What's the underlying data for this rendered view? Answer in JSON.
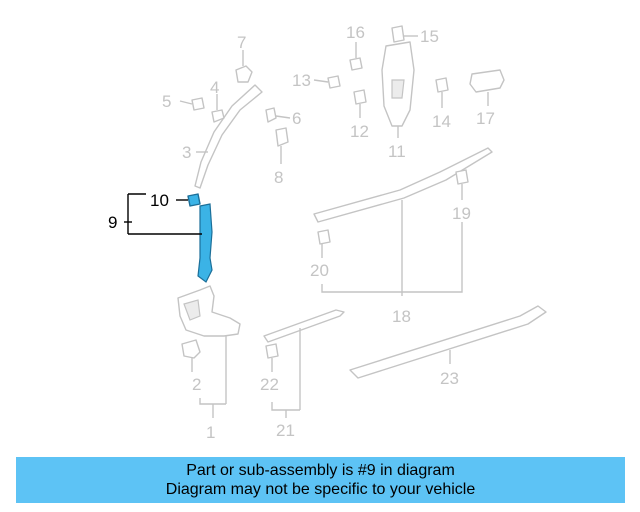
{
  "diagram": {
    "labels": {
      "p1": "1",
      "p2": "2",
      "p3": "3",
      "p4": "4",
      "p5": "5",
      "p6": "6",
      "p7": "7",
      "p8": "8",
      "p9": "9",
      "p10": "10",
      "p11": "11",
      "p12": "12",
      "p13": "13",
      "p14": "14",
      "p15": "15",
      "p16": "16",
      "p17": "17",
      "p18": "18",
      "p19": "19",
      "p20": "20",
      "p21": "21",
      "p22": "22",
      "p23": "23"
    },
    "highlighted_part": "9",
    "colors": {
      "highlight_fill": "#3bb3e6",
      "part_stroke": "#c4c4c4",
      "banner_bg": "#5dc3f5"
    }
  },
  "banner": {
    "line1": "Part or sub-assembly is #9 in diagram",
    "line2": "Diagram may not be specific to your vehicle"
  }
}
